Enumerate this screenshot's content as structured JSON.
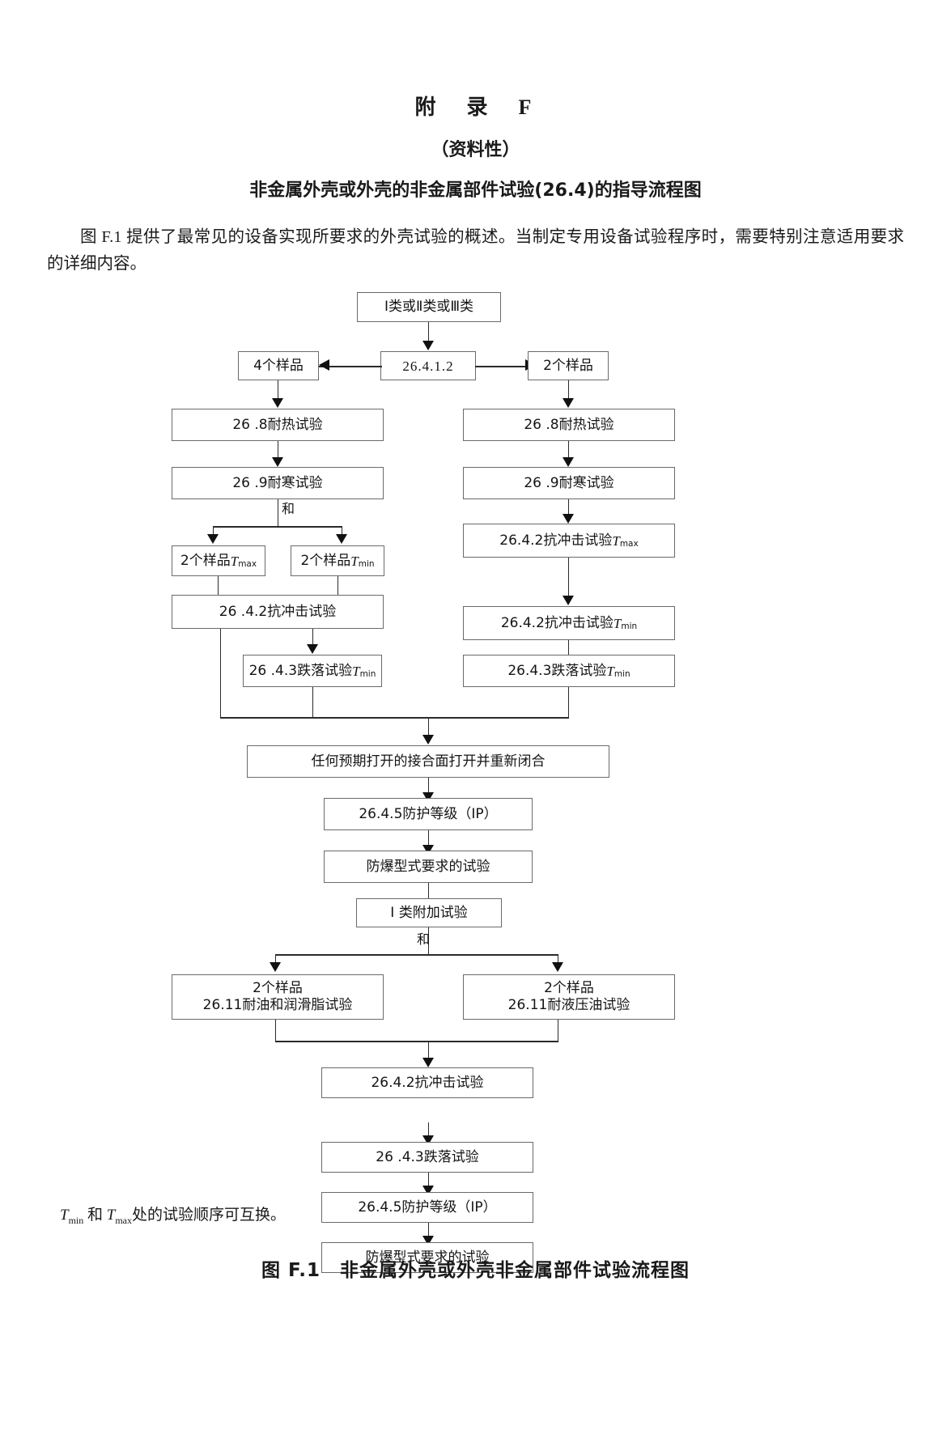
{
  "heading": {
    "appendix": "附　录　F",
    "kind": "（资料性）",
    "subtitle": "非金属外壳或外壳的非金属部件试验(26.4)的指导流程图"
  },
  "intro": "图 F.1 提供了最常见的设备实现所要求的外壳试验的概述。当制定专用设备试验程序时，需要特别注意适用要求的详细内容。",
  "flow": {
    "start": "Ⅰ类或Ⅱ类或Ⅲ类",
    "clause_split": "26.4.1.2",
    "left_samples": "4个样品",
    "right_samples": "2个样品",
    "left": {
      "heat": "26 .8耐热试验",
      "cold": "26 .9耐寒试验",
      "branch_label": "和",
      "sample_tmax_prefix": "2个样品",
      "sample_tmax_sub": "max",
      "sample_tmin_prefix": "2个样品",
      "sample_tmin_sub": "min",
      "impact": "26 .4.2抗冲击试验",
      "drop_prefix": "26 .4.3跌落试验",
      "drop_sub": "min"
    },
    "right": {
      "heat": "26 .8耐热试验",
      "cold": "26 .9耐寒试验",
      "impact_max_prefix": "26.4.2抗冲击试验",
      "impact_max_sub": "max",
      "impact_min_prefix": "26.4.2抗冲击试验",
      "impact_min_sub": "min",
      "drop_prefix": "26.4.3跌落试验",
      "drop_sub": "min"
    },
    "joint": "任何预期打开的接合面打开并重新闭合",
    "ip_rating": "26.4.5防护等级（IP）",
    "explosion_test": "防爆型式要求的试验",
    "class1_extra": "Ⅰ 类附加试验",
    "class1_branch_label": "和",
    "oil_left_line1": "2个样品",
    "oil_left_line2": "26.11耐油和润滑脂试验",
    "oil_right_line1": "2个样品",
    "oil_right_line2": "26.11耐液压油试验",
    "final_impact": "26.4.2抗冲击试验",
    "final_drop": "26 .4.3跌落试验",
    "final_ip": "26.4.5防护等级（IP）",
    "final_explosion": "防爆型式要求的试验",
    "t_symbol": "T"
  },
  "footnote": {
    "prefix": "",
    "t1": "T",
    "sub1": "min",
    "mid": "和 ",
    "t2": "T",
    "sub2": "max",
    "suffix": "处的试验顺序可互换。"
  },
  "figure_caption": "图 F.1　非金属外壳或外壳非金属部件试验流程图",
  "colors": {
    "box_border": "#6a6a6a",
    "line": "#2a2a2a",
    "text": "#141414",
    "background": "#ffffff"
  }
}
